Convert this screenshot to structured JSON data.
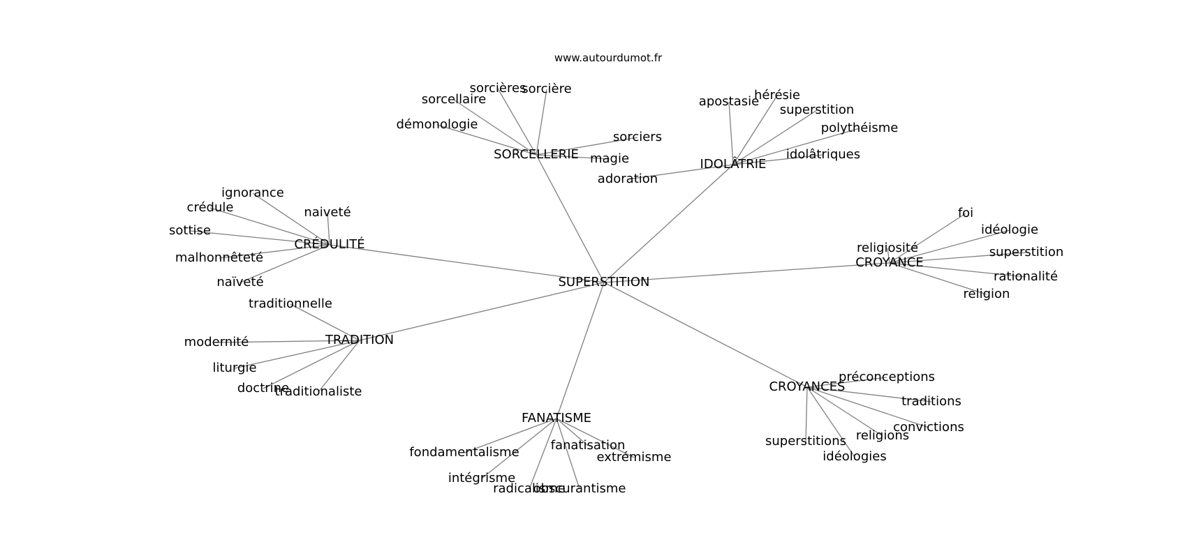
{
  "credit": "www.autourdumot.fr",
  "colors": {
    "edge": "#808080",
    "text": "#000000",
    "background": "#ffffff"
  },
  "graph": {
    "center": "SUPERSTITION",
    "clusters": [
      {
        "hub": "SORCELLERIE",
        "leaves": [
          "sorcières",
          "sorcière",
          "sorcellaire",
          "démonologie",
          "sorciers",
          "magie"
        ]
      },
      {
        "hub": "IDOLÂTRIE",
        "leaves": [
          "apostasie",
          "hérésie",
          "superstition",
          "polythéisme",
          "idolâtriques",
          "adoration"
        ]
      },
      {
        "hub": "CRÉDULITÉ",
        "leaves": [
          "ignorance",
          "crédule",
          "naiveté",
          "sottise",
          "malhonnêteté",
          "naïveté"
        ]
      },
      {
        "hub": "CROYANCE",
        "leaves": [
          "foi",
          "idéologie",
          "religiosité",
          "superstition",
          "rationalité",
          "religion"
        ]
      },
      {
        "hub": "TRADITION",
        "leaves": [
          "traditionnelle",
          "modernité",
          "liturgie",
          "doctrine",
          "traditionaliste"
        ]
      },
      {
        "hub": "CROYANCES",
        "leaves": [
          "préconceptions",
          "traditions",
          "convictions",
          "religions",
          "superstitions",
          "idéologies"
        ]
      },
      {
        "hub": "FANATISME",
        "leaves": [
          "fanatisation",
          "extrémisme",
          "fondamentalisme",
          "intégrisme",
          "radicalisme",
          "obscurantisme"
        ]
      }
    ]
  }
}
